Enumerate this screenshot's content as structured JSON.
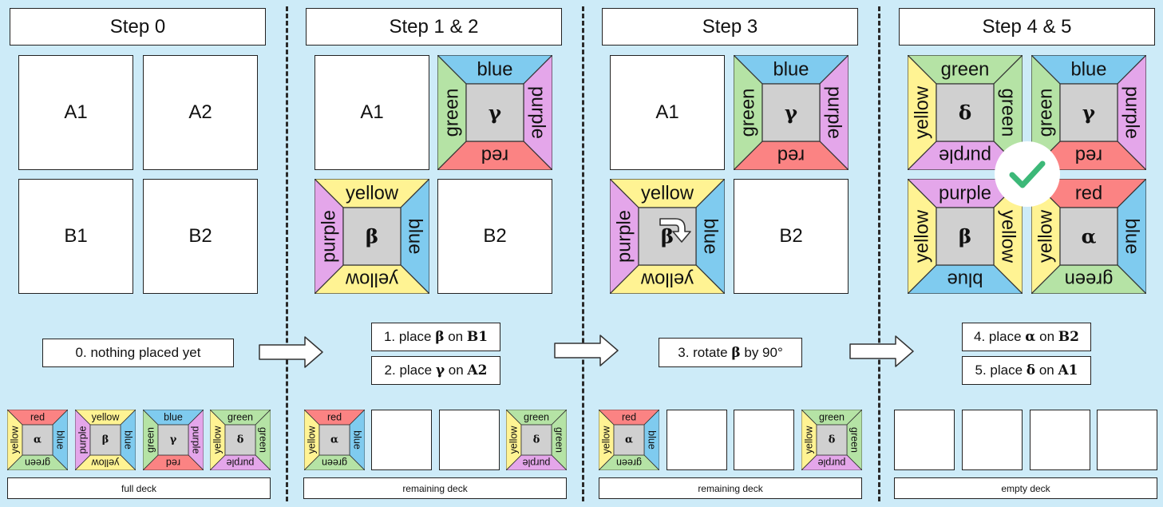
{
  "colors": {
    "red": "#fb8383",
    "blue": "#7fcbef",
    "green": "#b5e3a5",
    "yellow": "#fff393",
    "purple": "#e4a6ea",
    "center": "#d0d0d0",
    "background": "#cdebf8",
    "check": "#3cb878"
  },
  "steps": [
    {
      "title": "Step 0",
      "slots": [
        "A1",
        "A2",
        "B1",
        "B2"
      ],
      "actions": [
        {
          "text": "0. nothing placed yet"
        }
      ],
      "deck_label": "full deck"
    },
    {
      "title": "Step 1 & 2",
      "slots": [
        "A1",
        "",
        "",
        "B2"
      ],
      "actions": [
        {
          "prefix": "1. place ",
          "piece": "β",
          "mid": " on ",
          "target": "B1"
        },
        {
          "prefix": "2. place ",
          "piece": "γ",
          "mid": " on ",
          "target": "A2"
        }
      ],
      "deck_label": "remaining deck"
    },
    {
      "title": "Step 3",
      "slots": [
        "A1",
        "",
        "",
        "B2"
      ],
      "actions": [
        {
          "prefix": "3. rotate ",
          "piece": "β",
          "mid": " by 90°",
          "target": ""
        }
      ],
      "deck_label": "remaining deck"
    },
    {
      "title": "Step 4 & 5",
      "slots": [
        "",
        "",
        "",
        ""
      ],
      "actions": [
        {
          "prefix": "4. place ",
          "piece": "α",
          "mid": " on ",
          "target": "B2"
        },
        {
          "prefix": "5. place ",
          "piece": "δ",
          "mid": " on ",
          "target": "A1"
        }
      ],
      "deck_label": "empty deck"
    }
  ],
  "pieces": {
    "alpha": {
      "symbol": "α",
      "top": "red",
      "right": "blue",
      "bottom": "green",
      "left": "yellow"
    },
    "beta": {
      "symbol": "β",
      "top": "yellow",
      "right": "blue",
      "bottom": "yellow",
      "left": "purple"
    },
    "gamma": {
      "symbol": "γ",
      "top": "blue",
      "right": "purple",
      "bottom": "red",
      "left": "green"
    },
    "delta": {
      "symbol": "δ",
      "top": "green",
      "right": "green",
      "bottom": "purple",
      "left": "yellow"
    },
    "beta_rotated": {
      "symbol": "β",
      "top": "purple",
      "right": "yellow",
      "bottom": "blue",
      "left": "yellow"
    }
  },
  "status_icon": "check-icon",
  "rotate_icon": "rotate-arrow-icon",
  "arrow_icon": "right-arrow-icon"
}
